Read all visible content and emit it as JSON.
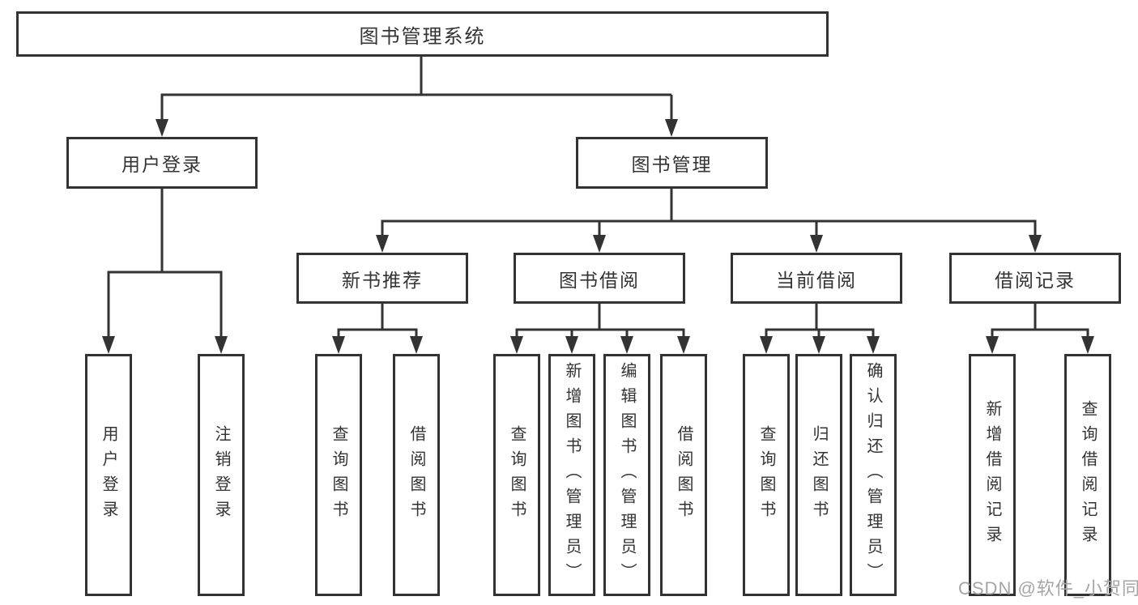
{
  "tree": {
    "root": {
      "label": "图书管理系统"
    },
    "user_login": {
      "label": "用户登录",
      "children": [
        {
          "label": "用户登录"
        },
        {
          "label": "注销登录"
        }
      ]
    },
    "book_management": {
      "label": "图书管理",
      "sections": [
        {
          "label": "新书推荐",
          "children": [
            {
              "label": "查询图书"
            },
            {
              "label": "借阅图书"
            }
          ]
        },
        {
          "label": "图书借阅",
          "children": [
            {
              "label": "查询图书"
            },
            {
              "label": "新增图书（管理员）"
            },
            {
              "label": "编辑图书（管理员）"
            },
            {
              "label": "借阅图书"
            }
          ]
        },
        {
          "label": "当前借阅",
          "children": [
            {
              "label": "查询图书"
            },
            {
              "label": "归还图书"
            },
            {
              "label": "确认归还（管理员）"
            }
          ]
        },
        {
          "label": "借阅记录",
          "children": [
            {
              "label": "新增借阅记录"
            },
            {
              "label": "查询借阅记录"
            }
          ]
        }
      ]
    }
  },
  "watermark": {
    "text": "CSDN @软件_小贺同学",
    "color": "#a5a5a5"
  },
  "colors": {
    "line": "#333333",
    "text": "#333333",
    "background": "#ffffff"
  }
}
